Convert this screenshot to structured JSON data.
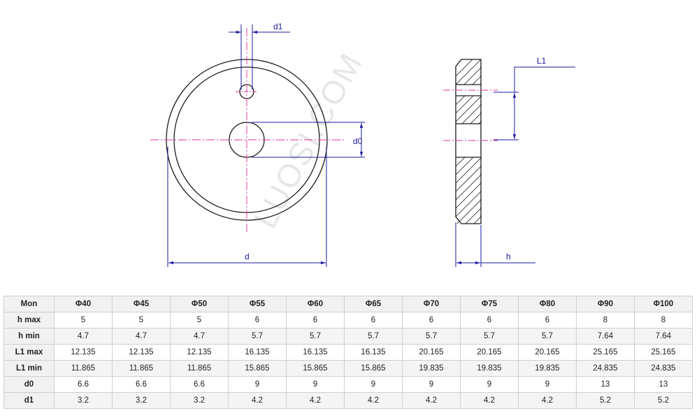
{
  "drawing": {
    "watermark": "LUOSI.COM",
    "labels": {
      "d1": "d1",
      "d0": "d0",
      "d": "d",
      "L1": "L1",
      "h": "h"
    },
    "colors": {
      "outline": "#1a1a1a",
      "dimension": "#1a1aa6",
      "centerline": "#e0339a",
      "hatch": "#333333"
    }
  },
  "table": {
    "corner": "Mon",
    "columns": [
      "Φ40",
      "Φ45",
      "Φ50",
      "Φ55",
      "Φ60",
      "Φ65",
      "Φ70",
      "Φ75",
      "Φ80",
      "Φ90",
      "Φ100"
    ],
    "rows": [
      {
        "label": "h max",
        "values": [
          "5",
          "5",
          "5",
          "6",
          "6",
          "6",
          "6",
          "6",
          "6",
          "8",
          "8"
        ]
      },
      {
        "label": "h min",
        "values": [
          "4.7",
          "4.7",
          "4.7",
          "5.7",
          "5.7",
          "5.7",
          "5.7",
          "5.7",
          "5.7",
          "7.64",
          "7.64"
        ]
      },
      {
        "label": "L1 max",
        "values": [
          "12.135",
          "12.135",
          "12.135",
          "16.135",
          "16.135",
          "16.135",
          "20.165",
          "20.165",
          "20.165",
          "25.165",
          "25.165"
        ]
      },
      {
        "label": "L1 min",
        "values": [
          "11.865",
          "11.865",
          "11.865",
          "15.865",
          "15.865",
          "15.865",
          "19.835",
          "19.835",
          "19.835",
          "24.835",
          "24.835"
        ]
      },
      {
        "label": "d0",
        "values": [
          "6.6",
          "6.6",
          "6.6",
          "9",
          "9",
          "9",
          "9",
          "9",
          "9",
          "13",
          "13"
        ]
      },
      {
        "label": "d1",
        "values": [
          "3.2",
          "3.2",
          "3.2",
          "4.2",
          "4.2",
          "4.2",
          "4.2",
          "4.2",
          "4.2",
          "5.2",
          "5.2"
        ]
      }
    ]
  }
}
